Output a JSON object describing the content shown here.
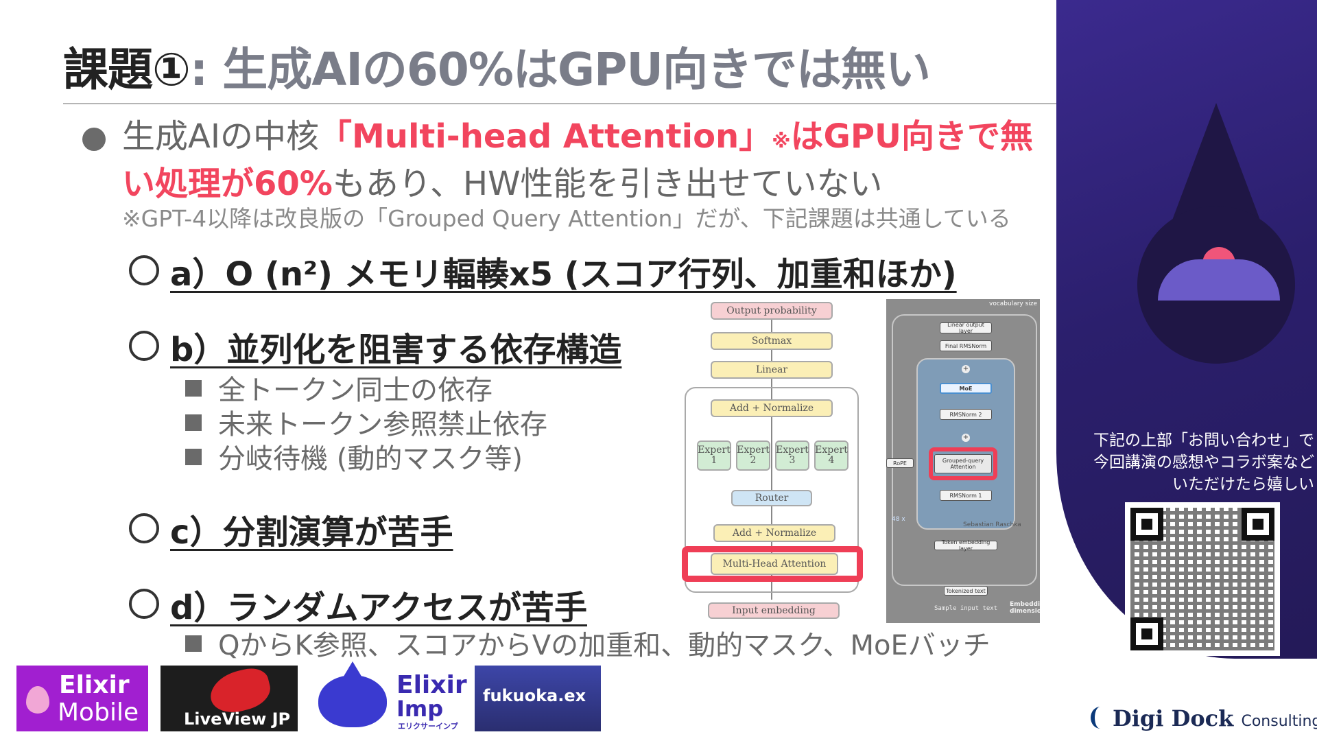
{
  "title": {
    "prefix": "課題①",
    "rest": ": 生成AIの60%はGPU向きでは無い"
  },
  "lead": {
    "part1": "生成AIの中核",
    "part2": "「Multi-head Attention」",
    "note_mark": "※",
    "part3": "はGPU向きで無い処理が60%",
    "part4": "もあり、HW性能を引き出せていない"
  },
  "footnote": "※GPT-4以降は改良版の「Grouped Query Attention」だが、下記課題は共通している",
  "subs": {
    "a": "a）O (n²) メモリ輻輳x5 (スコア行列、加重和ほか)",
    "b": "b）並列化を阻害する依存構造",
    "b_items": [
      "全トークン同士の依存",
      "未来トークン参照禁止依存",
      "分岐待機 (動的マスク等)"
    ],
    "c": "c）分割演算が苦手",
    "d": "d）ランダムアクセスが苦手",
    "d_items": [
      "QからK参照、スコアからVの加重和、動的マスク、MoEバッチ"
    ]
  },
  "diagram1": {
    "output": "Output probability",
    "softmax": "Softmax",
    "linear": "Linear",
    "addnorm1": "Add + Normalize",
    "experts": [
      "Expert 1",
      "Expert 2",
      "Expert 3",
      "Expert 4"
    ],
    "router": "Router",
    "addnorm2": "Add + Normalize",
    "mha": "Multi-Head Attention",
    "input": "Input embedding"
  },
  "diagram2": {
    "top_text": "vocabulary size",
    "linear_out": "Linear output layer",
    "final_norm": "Final RMSNorm",
    "moe": "MoE",
    "rms2": "RMSNorm 2",
    "gqa": "Grouped-query Attention",
    "rope": "RoPE",
    "rms1": "RMSNorm 1",
    "watermark": "Sebastian Raschka",
    "repeat": "48 x",
    "token_embed": "Token embedding layer",
    "tokenized": "Tokenized text",
    "sample": "Sample input text",
    "embed_dim": "Embedding dimension"
  },
  "panel": {
    "message": "下記の上部「お問い合わせ」で今回講演の感想やコラボ案などいただけたら嬉しい"
  },
  "logos": {
    "elixir_mobile_1": "Elixir",
    "elixir_mobile_2": "Mobile",
    "liveview": "LiveView JP",
    "imp_1": "Elixir",
    "imp_2": "Imp",
    "imp_3": "エリクサーインプ",
    "fukuoka": "fukuoka.ex",
    "digidock": "Digi Dock",
    "digidock_sub": "Consulting"
  },
  "colors": {
    "accent_red": "#f2455e",
    "panel_purple": "#2b1f6d"
  }
}
